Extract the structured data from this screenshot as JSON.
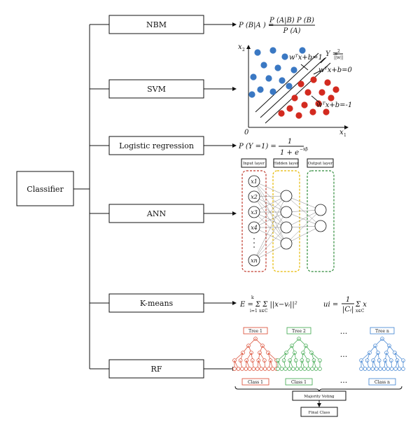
{
  "root": {
    "label": "Classifier"
  },
  "classifiers": [
    {
      "label": "NBM"
    },
    {
      "label": "SVM"
    },
    {
      "label": "Logistic regression"
    },
    {
      "label": "ANN"
    },
    {
      "label": "K-means"
    },
    {
      "label": "RF"
    }
  ],
  "nbm": {
    "lhs": "P (B|A ) =",
    "num": "P (A|B) P (B)",
    "den": "P (A)"
  },
  "svm": {
    "x_axis": "x",
    "x_sub": "1",
    "y_axis": "x",
    "y_sub": "2",
    "origin": "0",
    "line_top": "wᵀx+b=1",
    "line_mid": "wᵀx+b=0",
    "line_bot": "wᵀx+b=-1",
    "margin_sym": "Υ =",
    "margin_num": "2",
    "margin_den": "||w||",
    "blue_color": "#3a78c3",
    "red_color": "#d32a1f"
  },
  "logistic": {
    "lhs": "P (Y =1) =",
    "num": "1",
    "den": "1 + e",
    "exp": "−xβ"
  },
  "ann": {
    "input_title": "Input layer",
    "hidden_title": "Hidden layer",
    "output_title": "Output layer",
    "inputs": [
      "x1",
      "x2",
      "x3",
      "x4",
      "xn"
    ],
    "input_color": "#c0392b",
    "hidden_color": "#e6b800",
    "output_color": "#2e8b3a"
  },
  "kmeans": {
    "eq1": "E = Σ Σ ||x−vᵢ||²",
    "eq2_lhs": "ui =",
    "eq2_num": "1",
    "eq2_den": "|Cᵢ|",
    "eq2_rest": "Σ x"
  },
  "rf": {
    "trees": [
      {
        "title": "Tree 1",
        "class": "Class 1",
        "color": "#d9452c"
      },
      {
        "title": "Tree 2",
        "class": "Class 1",
        "color": "#3aa64a"
      },
      {
        "title": "Tree n",
        "class": "Class n",
        "color": "#3a7fd0"
      }
    ],
    "ellipsis": "...",
    "voting": "Majority Voting",
    "final": "Final Class"
  }
}
